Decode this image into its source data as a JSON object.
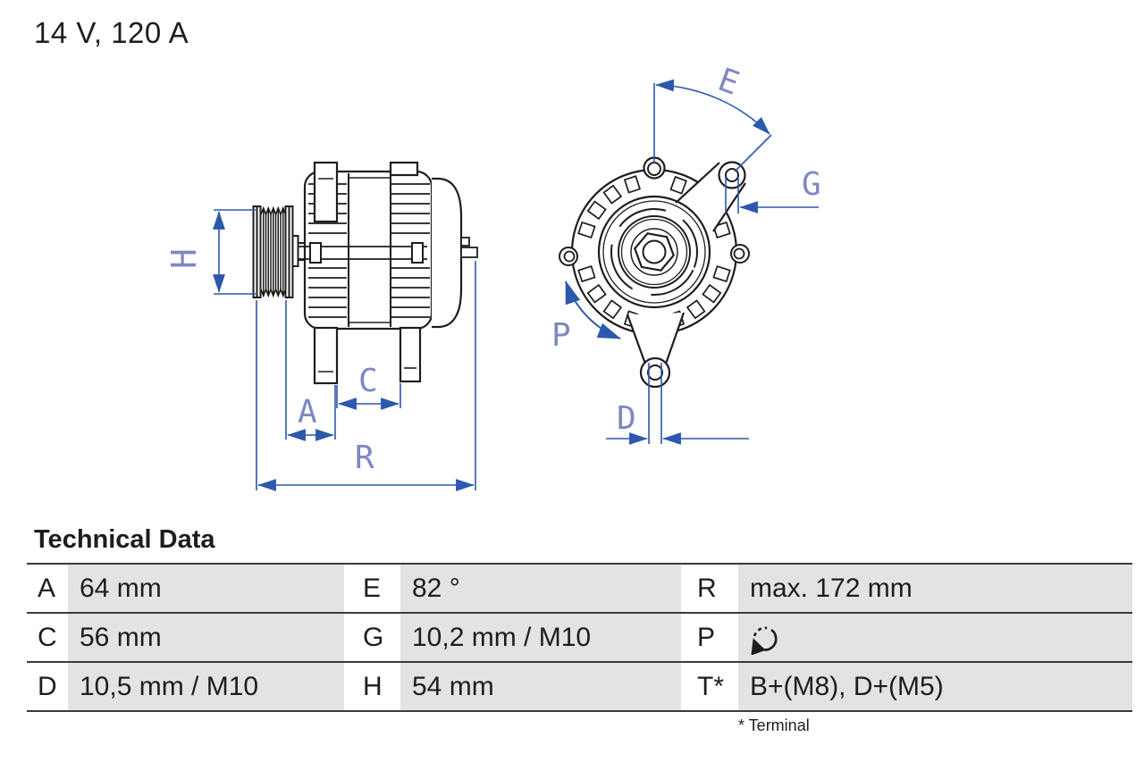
{
  "title": "14 V, 120 A",
  "diagram": {
    "description": "Alternator technical line drawing: side view with pulley and rear cover, front view with mounting lugs",
    "labels": {
      "H": "H",
      "A": "A",
      "C": "C",
      "R": "R",
      "E": "E",
      "G": "G",
      "P": "P",
      "D": "D"
    }
  },
  "table": {
    "heading": "Technical Data",
    "rows": [
      [
        {
          "key": "A",
          "value": "64 mm"
        },
        {
          "key": "E",
          "value": "82 °"
        },
        {
          "key": "R",
          "value": "max. 172 mm"
        }
      ],
      [
        {
          "key": "C",
          "value": "56 mm"
        },
        {
          "key": "G",
          "value": "10,2 mm / M10"
        },
        {
          "key": "P",
          "value": ""
        }
      ],
      [
        {
          "key": "D",
          "value": "10,5 mm / M10"
        },
        {
          "key": "H",
          "value": "54 mm"
        },
        {
          "key": "T*",
          "value": "B+(M8), D+(M5)"
        }
      ]
    ],
    "footnote": "* Terminal"
  },
  "icons": {
    "rotation_direction": "circular-arrow-clockwise-partial-dashed"
  },
  "colors": {
    "dimension_line": "#2c58ae",
    "dimension_label": "#7e88c2",
    "drawing_line": "#1d1d1b",
    "table_cell_gray": "#e3e3e3",
    "rule_gray": "#3b3b3b"
  }
}
